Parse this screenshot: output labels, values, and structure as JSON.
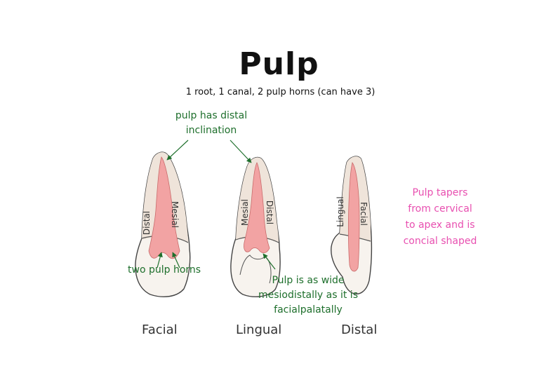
{
  "title": "Pulp",
  "subtitle": "1 root, 1 canal, 2 pulp horns (can have 3)",
  "annotations": {
    "distal_inclination": "pulp has distal\ninclination",
    "two_horns": "two pulp horns",
    "wide": "Pulp is as wide\nmesiodistally as it is\nfacialpalatally",
    "tapers": "Pulp tapers\nfrom cervical\nto apex and is\nconcial shaped"
  },
  "views": [
    {
      "label": "Facial",
      "left_side": "Distal",
      "right_side": "Mesial"
    },
    {
      "label": "Lingual",
      "left_side": "Mesial",
      "right_side": "Distal"
    },
    {
      "label": "Distal",
      "left_side": "Lingual",
      "right_side": "Facial"
    }
  ],
  "colors": {
    "pulp": "#f2a3a3",
    "tooth_fill": "#f7f3ee",
    "root_fill": "#efe4da",
    "green_text": "#1e6f2c",
    "pink_text": "#e84fb0"
  }
}
